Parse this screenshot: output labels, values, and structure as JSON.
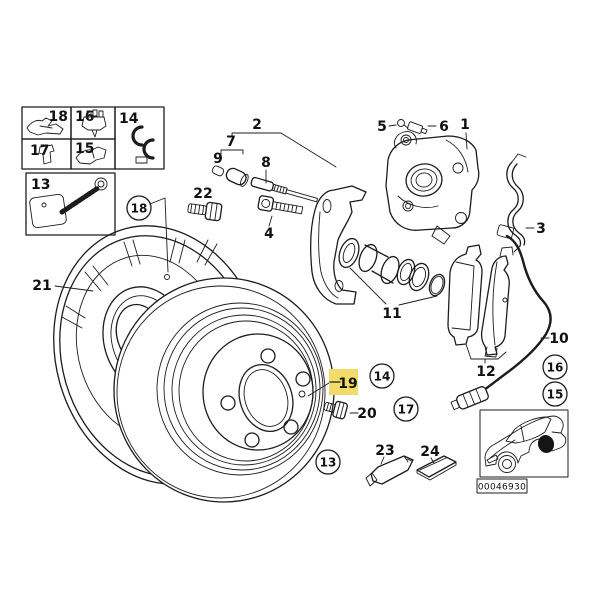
{
  "diagram": {
    "kind": "exploded-parts-diagram",
    "subject": "Rear brake disc, caliper and pads",
    "image_code": "00046930",
    "colors": {
      "highlight": "#F1DC69",
      "line": "#1c1c1c",
      "background": "#ffffff"
    }
  },
  "parts_grid": {
    "cells": [
      {
        "label": "18"
      },
      {
        "label": "16"
      },
      {
        "label": "14"
      },
      {
        "label": "17"
      },
      {
        "label": "15"
      },
      {
        "label": "13"
      }
    ]
  },
  "callouts": {
    "n1": "1",
    "n2": "2",
    "n3": "3",
    "n4": "4",
    "n5": "5",
    "n6": "6",
    "n7": "7",
    "n8": "8",
    "n9": "9",
    "n10": "10",
    "n11": "11",
    "n12": "12",
    "n20": "20",
    "n21": "21",
    "n22": "22",
    "n23": "23",
    "n24": "24"
  },
  "circled_callouts": {
    "c13": "13",
    "c14": "14",
    "c15": "15",
    "c16": "16",
    "c17": "17",
    "c18": "18"
  },
  "highlighted_callout": {
    "label": "19"
  }
}
